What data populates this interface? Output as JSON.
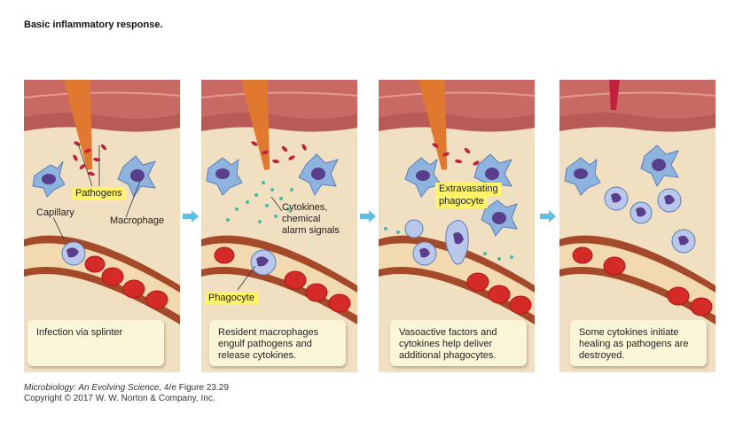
{
  "title": "Basic inflammatory response.",
  "panels": [
    {
      "caption": "Infection via splinter"
    },
    {
      "caption": "Resident macrophages engulf pathogens and release cytokines."
    },
    {
      "caption": "Vasoactive factors and cytokines help deliver additional phagocytes."
    },
    {
      "caption": "Some cytokines initiate healing as pathogens are destroyed."
    }
  ],
  "labels": {
    "pathogens": "Pathogens",
    "capillary": "Capillary",
    "macrophage": "Macrophage",
    "cytokines_line1": "Cytokines,",
    "cytokines_line2": "chemical",
    "cytokines_line3": "alarm signals",
    "phagocyte": "Phagocyte",
    "extravasating_line1": "Extravasating",
    "extravasating_line2": "phagocyte"
  },
  "credit": {
    "book": "Microbiology: An Evolving Science,",
    "edition": "4/e",
    "figure": "Figure 23.29",
    "copyright": "Copyright © 2017 W. W. Norton & Company, Inc."
  },
  "colors": {
    "tissue": "#f1dfc2",
    "skin": "#c86a63",
    "vessel": "#a44a2a",
    "rbc": "#d42b28",
    "macrophage": "#8eb3df",
    "nucleus": "#5a3e8c",
    "pathogen": "#c3203e",
    "cytokine": "#4fb6a7",
    "arrow": "#5fbde6",
    "highlight": "#fff36a"
  }
}
